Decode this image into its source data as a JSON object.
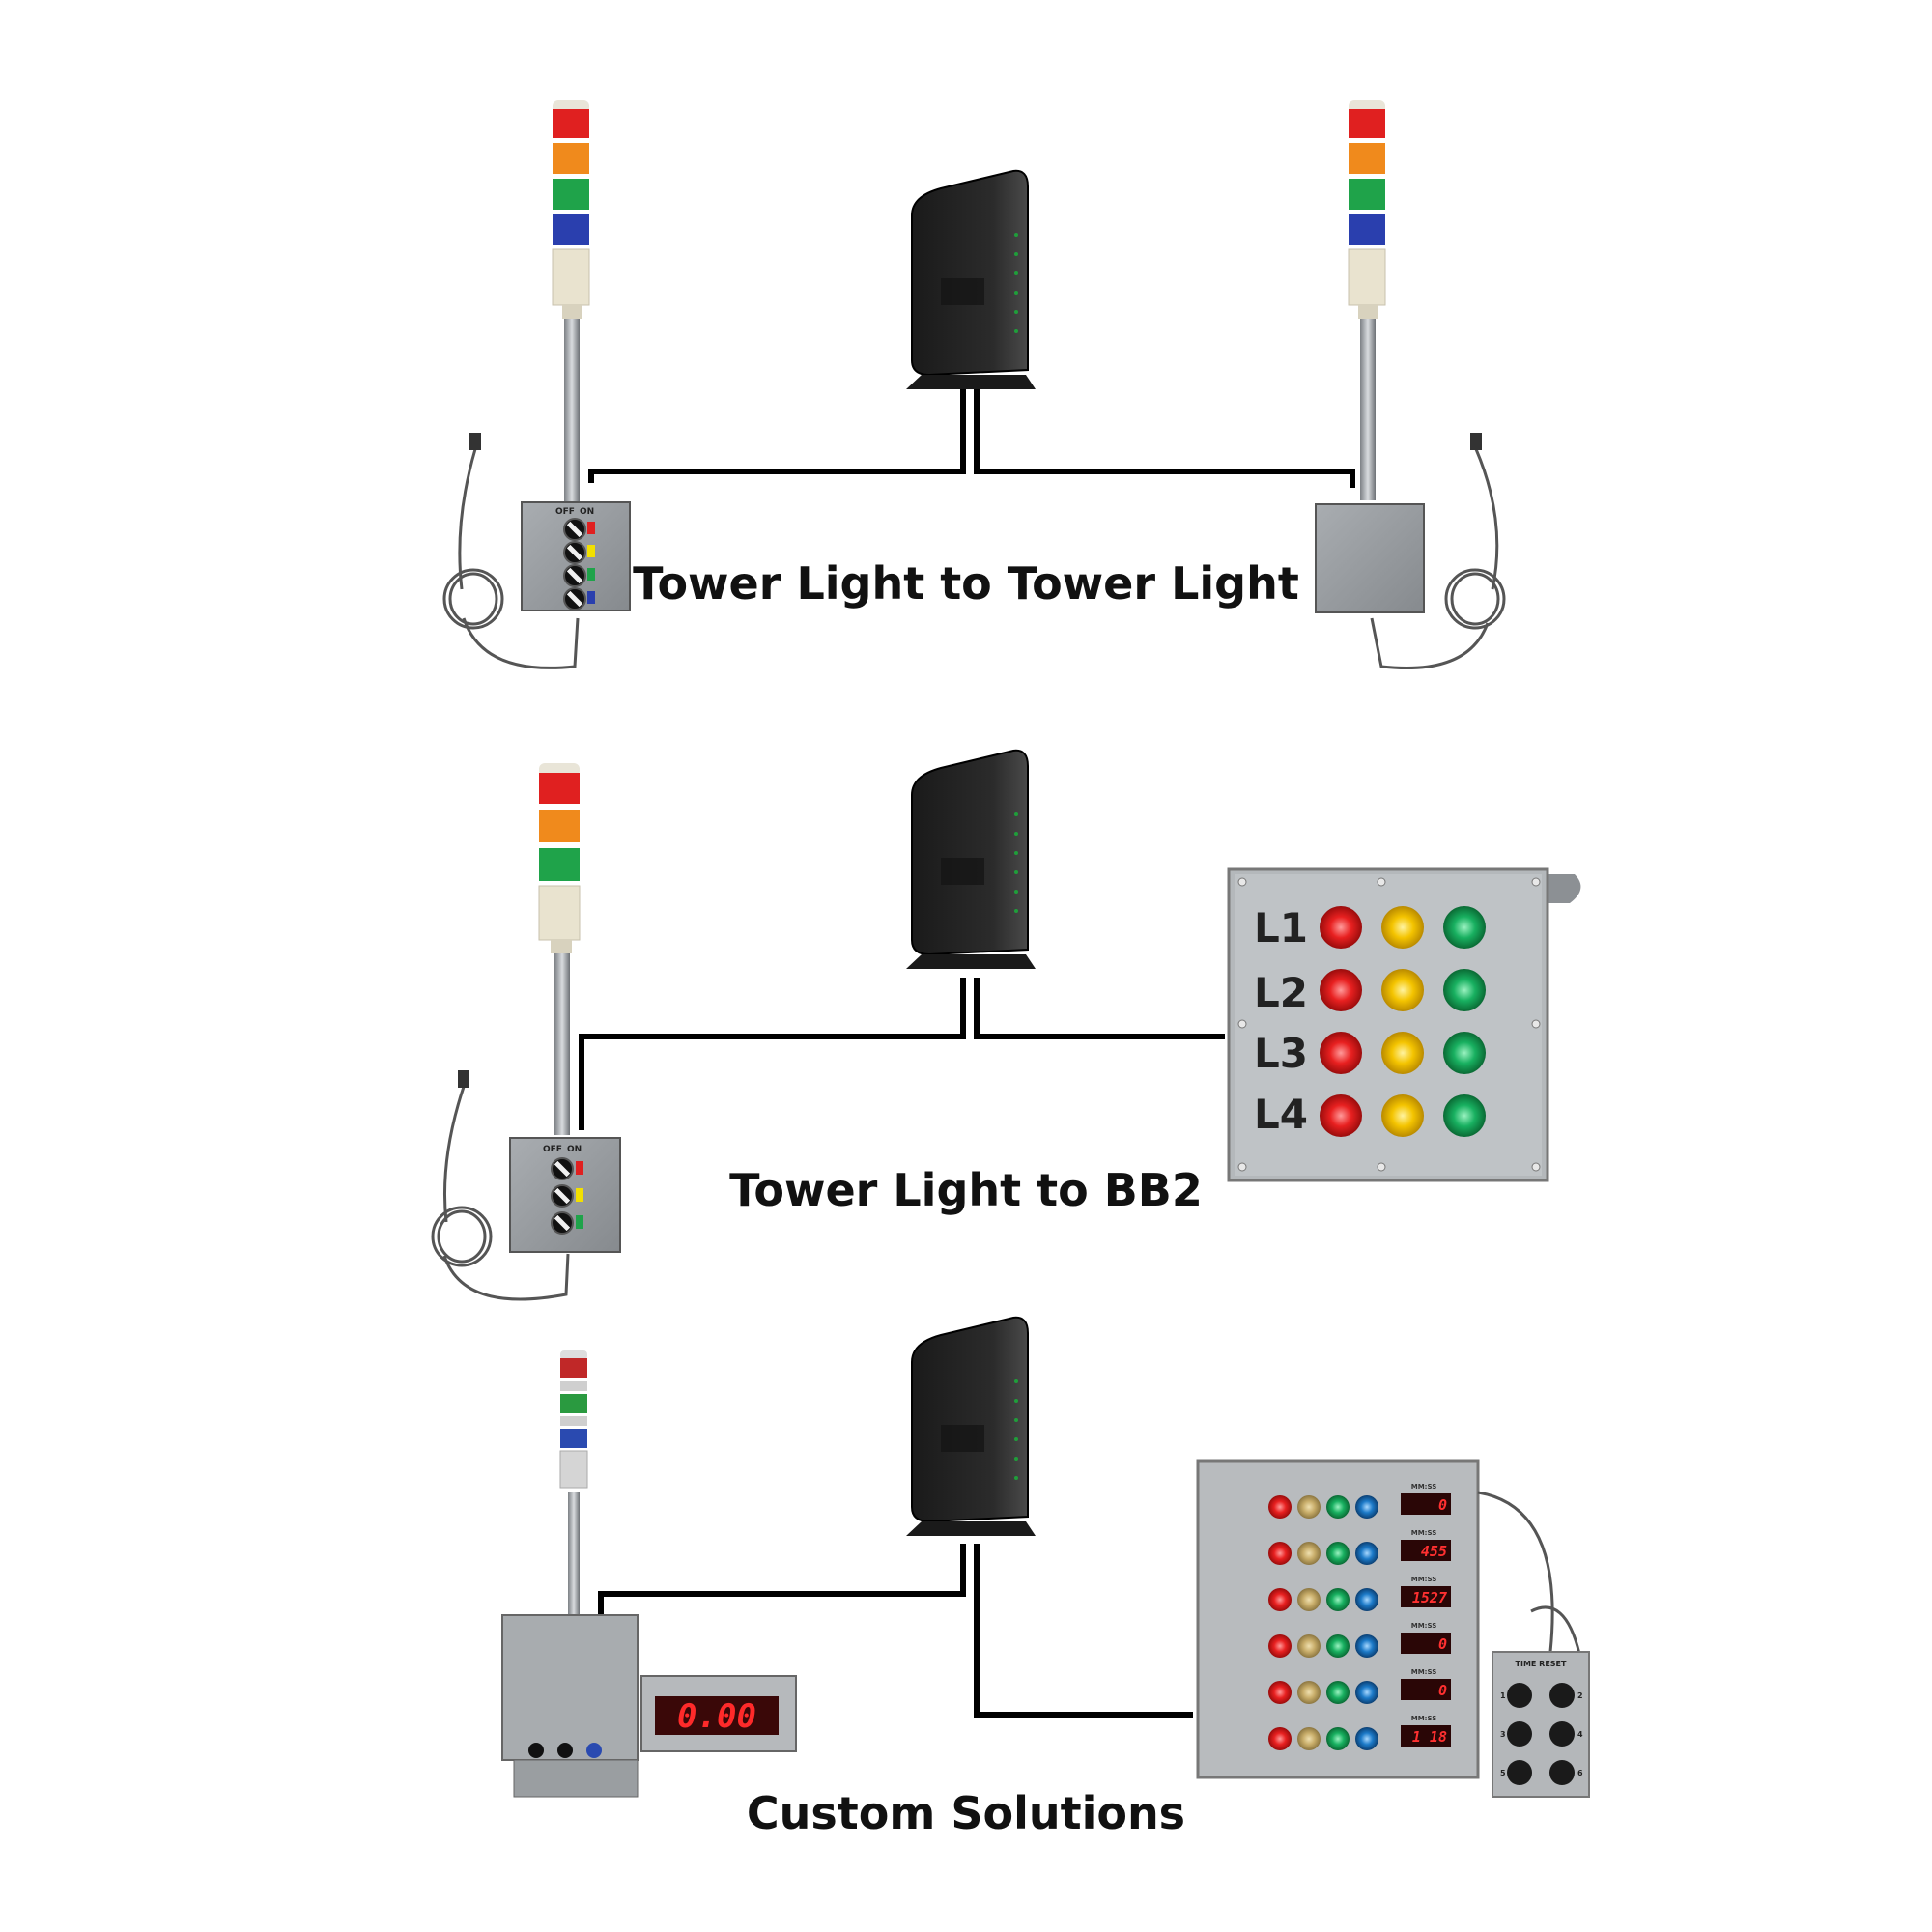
{
  "captions": {
    "row1": "Tower Light to Tower Light",
    "row2": "Tower Light to BB2",
    "row3": "Custom Solutions"
  },
  "switch_box": {
    "off": "OFF",
    "on": "ON"
  },
  "bb2": {
    "rows": [
      "L1",
      "L2",
      "L3",
      "L4"
    ]
  },
  "custom": {
    "counter": "0.00",
    "timer_label": "MM:SS",
    "timers": [
      "0",
      "455",
      "1527",
      "0",
      "0",
      "1 18"
    ],
    "reset_box": {
      "title": "TIME RESET",
      "numbers": [
        "1",
        "2",
        "3",
        "4",
        "5",
        "6"
      ]
    }
  },
  "colors": {
    "red": "#e02020",
    "orange": "#f08a1c",
    "yellow": "#f2c200",
    "green": "#1fa34a",
    "blue": "#2a3fae",
    "wire": "#000000"
  }
}
